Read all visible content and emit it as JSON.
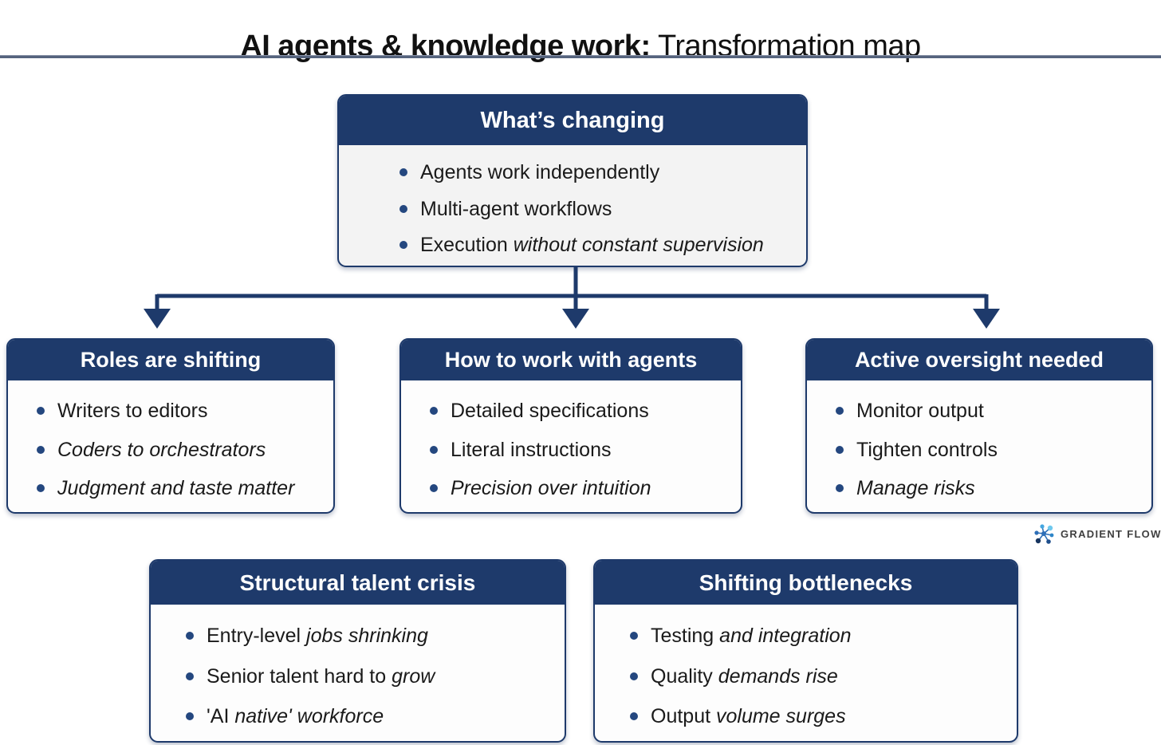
{
  "title": {
    "bold": "AI agents & knowledge work:",
    "regular": " Transformation map"
  },
  "colors": {
    "navy": "#1e3a6b",
    "header_text": "#ffffff",
    "body_text": "#1a1a1a",
    "top_box_body_bg": "#f3f3f3",
    "box_body_bg": "#fdfdfd",
    "bullet_dot": "#24477f",
    "divider": "#55637d",
    "logo_text": "#3f3f3f",
    "logo_blues": [
      "#17355f",
      "#2e6fb7",
      "#45a6e0",
      "#6fc9ee"
    ]
  },
  "boxes": {
    "whats_changing": {
      "title": "What’s changing",
      "bullets": [
        {
          "plain": "Agents work independently",
          "italic": ""
        },
        {
          "plain": "Multi-agent workflows",
          "italic": ""
        },
        {
          "plain": "Execution ",
          "italic": "without constant supervision"
        }
      ]
    },
    "roles_shifting": {
      "title": "Roles are shifting",
      "bullets": [
        {
          "plain": "Writers to editors",
          "italic": ""
        },
        {
          "plain": "",
          "italic": "Coders to orchestrators"
        },
        {
          "plain": "",
          "italic": "Judgment and taste matter"
        }
      ]
    },
    "work_with_agents": {
      "title": "How to work with agents",
      "bullets": [
        {
          "plain": "Detailed specifications",
          "italic": ""
        },
        {
          "plain": "Literal instructions",
          "italic": ""
        },
        {
          "plain": "",
          "italic": "Precision over intuition"
        }
      ]
    },
    "active_oversight": {
      "title": "Active oversight needed",
      "bullets": [
        {
          "plain": "Monitor output",
          "italic": ""
        },
        {
          "plain": "Tighten controls",
          "italic": ""
        },
        {
          "plain": "",
          "italic": "Manage risks"
        }
      ]
    },
    "talent_crisis": {
      "title": "Structural talent crisis",
      "bullets": [
        {
          "plain": "Entry-level ",
          "italic": "jobs shrinking"
        },
        {
          "plain": "Senior talent hard to ",
          "italic": "grow"
        },
        {
          "plain": "'AI ",
          "italic": "native' workforce"
        }
      ]
    },
    "shifting_bottlenecks": {
      "title": "Shifting bottlenecks",
      "bullets": [
        {
          "plain": "Testing ",
          "italic": "and integration"
        },
        {
          "plain": "Quality ",
          "italic": "demands rise"
        },
        {
          "plain": "Output ",
          "italic": "volume surges"
        }
      ]
    }
  },
  "logo": {
    "text": "GRADIENT FLOW"
  }
}
